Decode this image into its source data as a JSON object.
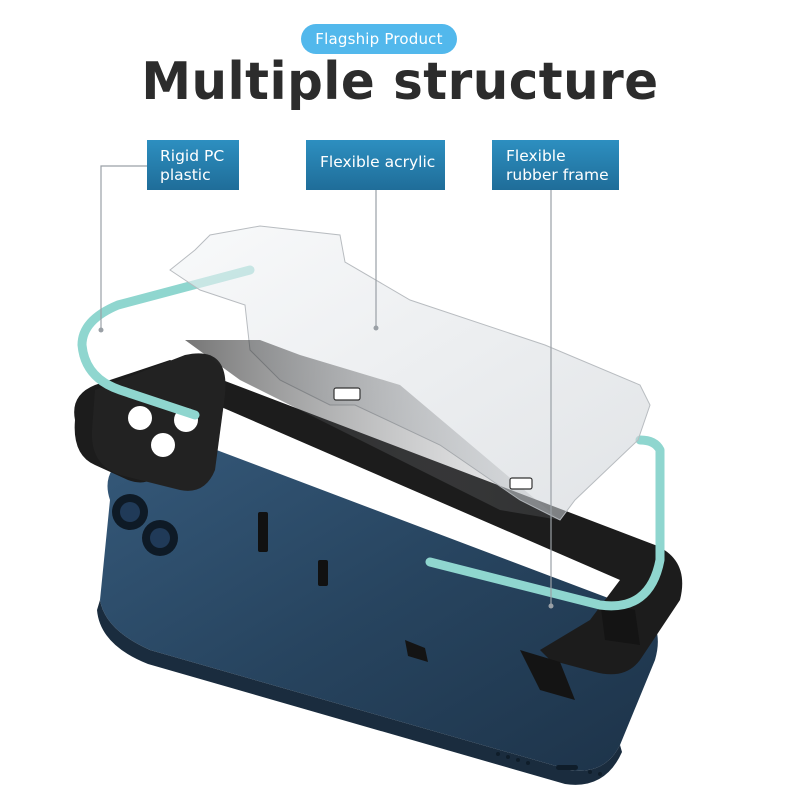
{
  "badge": {
    "label": "Flagship Product"
  },
  "headline": {
    "text": "Multiple structure"
  },
  "callouts": [
    {
      "line1": "Rigid PC",
      "line2": "plastic"
    },
    {
      "line1": "Flexible acrylic",
      "line2": ""
    },
    {
      "line1": "Flexible",
      "line2": "rubber frame"
    }
  ],
  "colors": {
    "badge": "#52b8ec",
    "callout": "#2680b0",
    "frame_mint": "#8fd6cf",
    "bumper": "#1c1c1c",
    "phone_back": "#27445f"
  },
  "icons": [
    "camera-lens-icon",
    "kickstand-icon"
  ]
}
